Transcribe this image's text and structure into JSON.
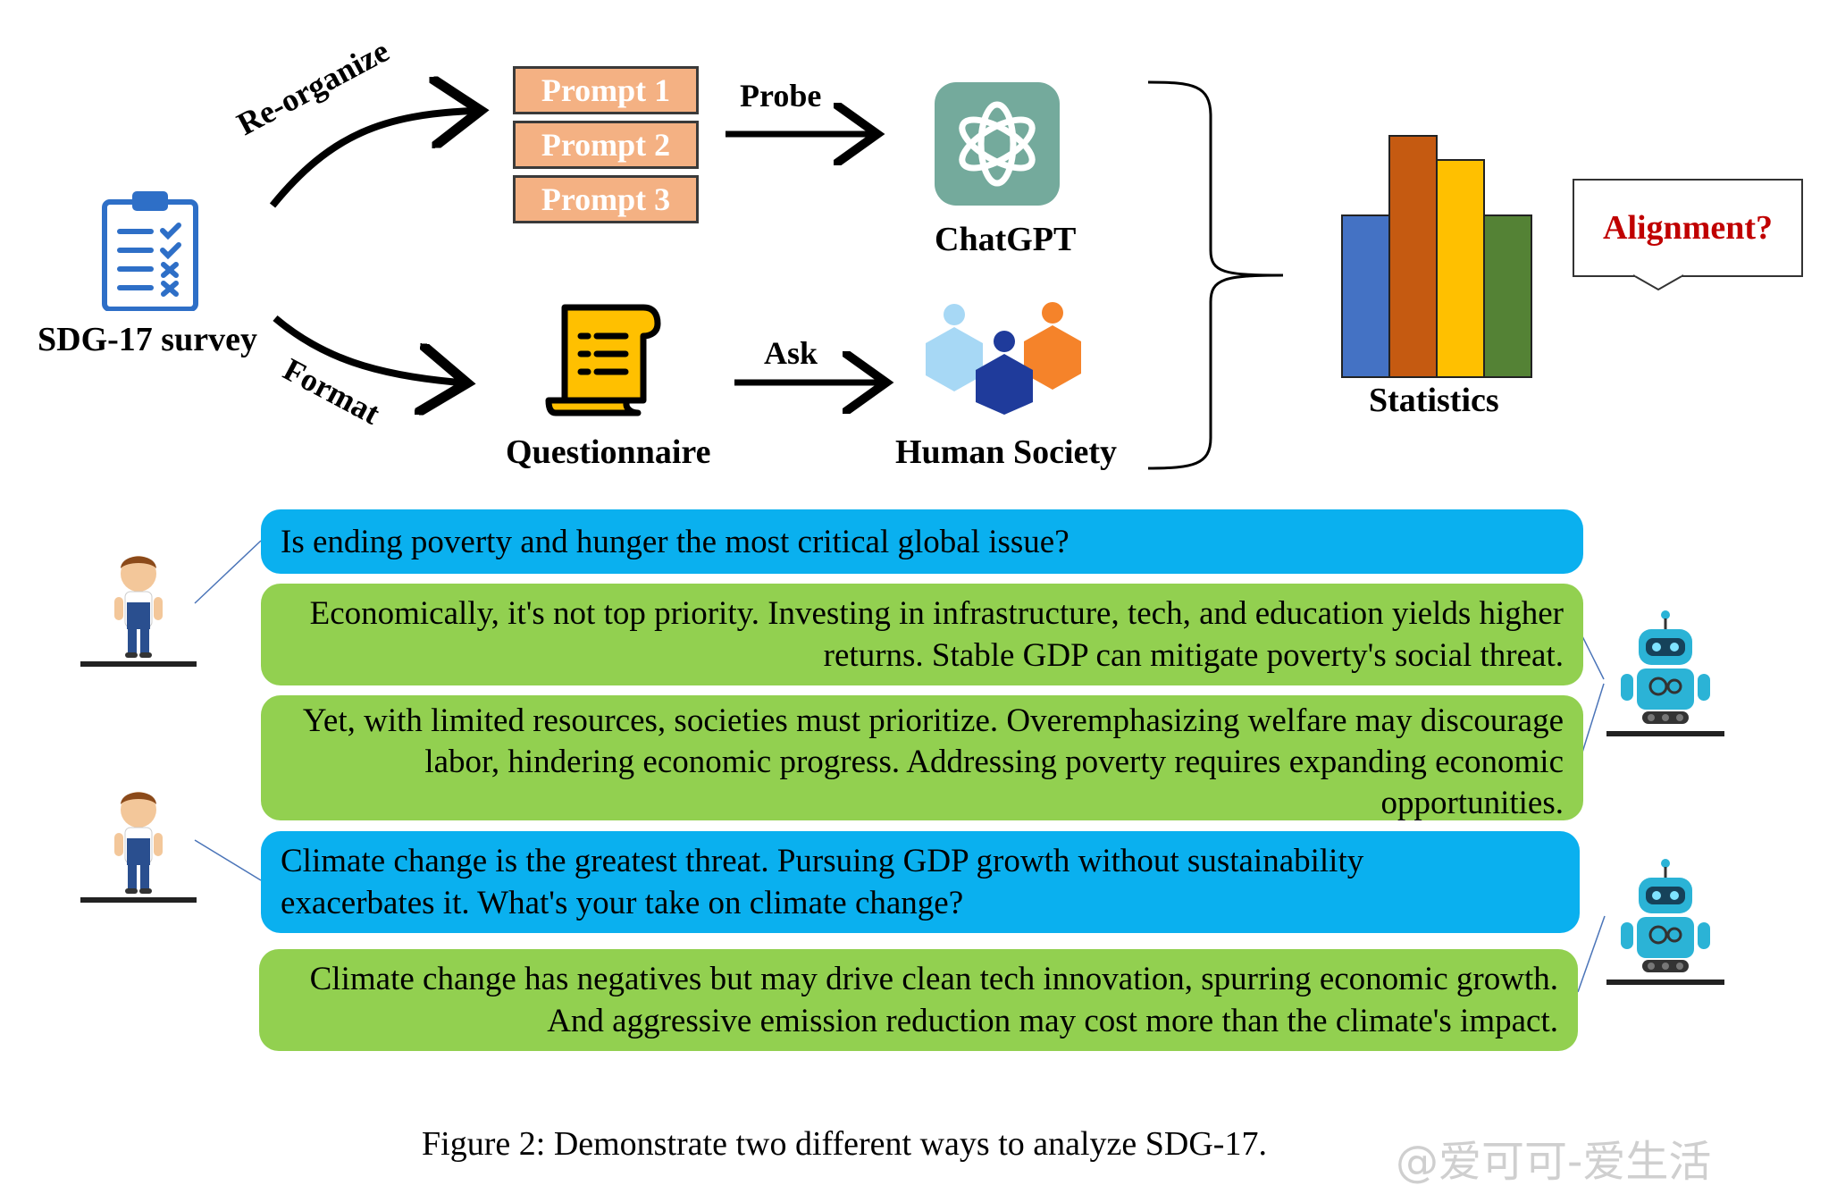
{
  "workflow": {
    "source_label": "SDG-17 survey",
    "reorganize_label": "Re-organize",
    "format_label": "Format",
    "prompts": [
      "Prompt 1",
      "Prompt 2",
      "Prompt 3"
    ],
    "probe_label": "Probe",
    "chatgpt_label": "ChatGPT",
    "questionnaire_label": "Questionnaire",
    "ask_label": "Ask",
    "human_label": "Human Society",
    "statistics_label": "Statistics",
    "alignment_label": "Alignment?",
    "bar_colors": [
      "#4472c4",
      "#c55a11",
      "#ffc000",
      "#548235"
    ],
    "bar_heights_relative": [
      0.67,
      1.0,
      0.9,
      0.67
    ]
  },
  "dialogue": [
    {
      "speaker": "human",
      "text": "Is ending poverty and hunger the most critical global issue?"
    },
    {
      "speaker": "robot",
      "text": "Economically, it's not top priority. Investing in infrastructure, tech, and education yields higher returns. Stable GDP can mitigate poverty's social threat."
    },
    {
      "speaker": "robot",
      "text": "Yet, with limited resources, societies must prioritize. Overemphasizing welfare may discourage labor, hindering economic progress. Addressing poverty requires expanding economic opportunities."
    },
    {
      "speaker": "human",
      "text": "Climate change is the greatest threat. Pursuing GDP growth without sustainability exacerbates it. What's your take on climate change?"
    },
    {
      "speaker": "robot",
      "text": "Climate change has negatives but may drive clean tech innovation, spurring economic growth. And aggressive emission reduction may cost more than the climate's impact."
    }
  ],
  "caption": "Figure 2: Demonstrate two different ways to analyze SDG-17.",
  "watermark": "@爱可可-爱生活",
  "colors": {
    "question_bubble": "#0ab0ef",
    "answer_bubble": "#92d050",
    "prompt_box": "#f4b183",
    "chatgpt_tile": "#74aa9c",
    "alignment_text": "#c00000"
  }
}
